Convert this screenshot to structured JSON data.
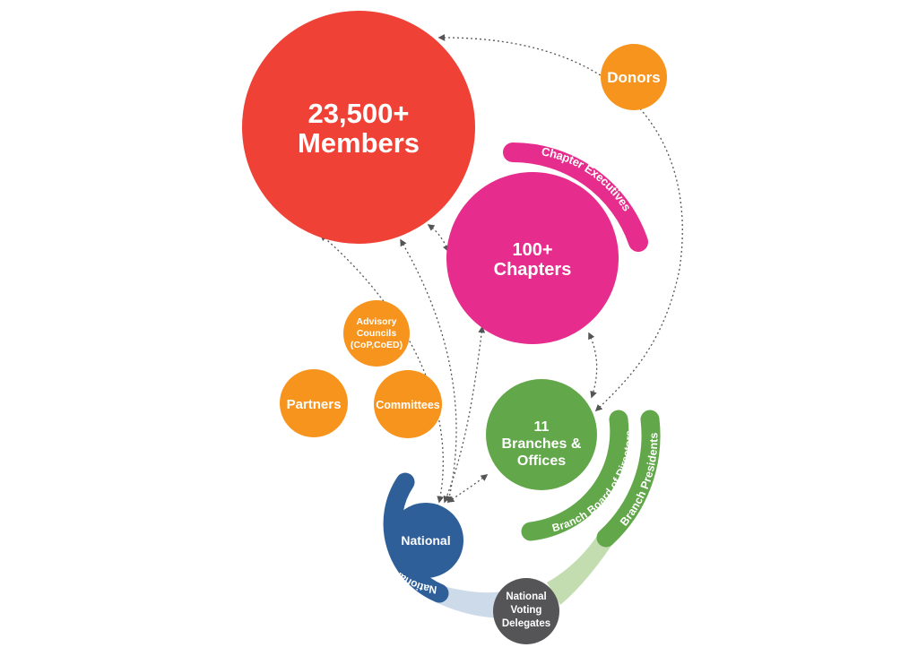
{
  "colors": {
    "members": "#ef4135",
    "chapters": "#e62c8c",
    "orange": "#f7941d",
    "branches": "#62a74a",
    "national": "#2e5f99",
    "delegates": "#555557",
    "connector": "#555555"
  },
  "nodes": {
    "members": {
      "line1": "23,500+",
      "line2": "Members"
    },
    "donors": {
      "label": "Donors"
    },
    "chapters": {
      "line1": "100+",
      "line2": "Chapters"
    },
    "advisory": {
      "line1": "Advisory",
      "line2": "Councils",
      "line3": "(CoP,CoED)"
    },
    "partners": {
      "label": "Partners"
    },
    "committees": {
      "label": "Committees"
    },
    "branches": {
      "line1": "11",
      "line2": "Branches &",
      "line3": "Offices"
    },
    "national": {
      "label": "National"
    },
    "delegates": {
      "line1": "National",
      "line2": "Voting",
      "line3": "Delegates"
    }
  },
  "arcs": {
    "chapter_executives": "Chapter Executives",
    "national_board": "National Board of Directors",
    "branch_board": "Branch Board of Directors",
    "branch_presidents": "Branch Presidents"
  }
}
